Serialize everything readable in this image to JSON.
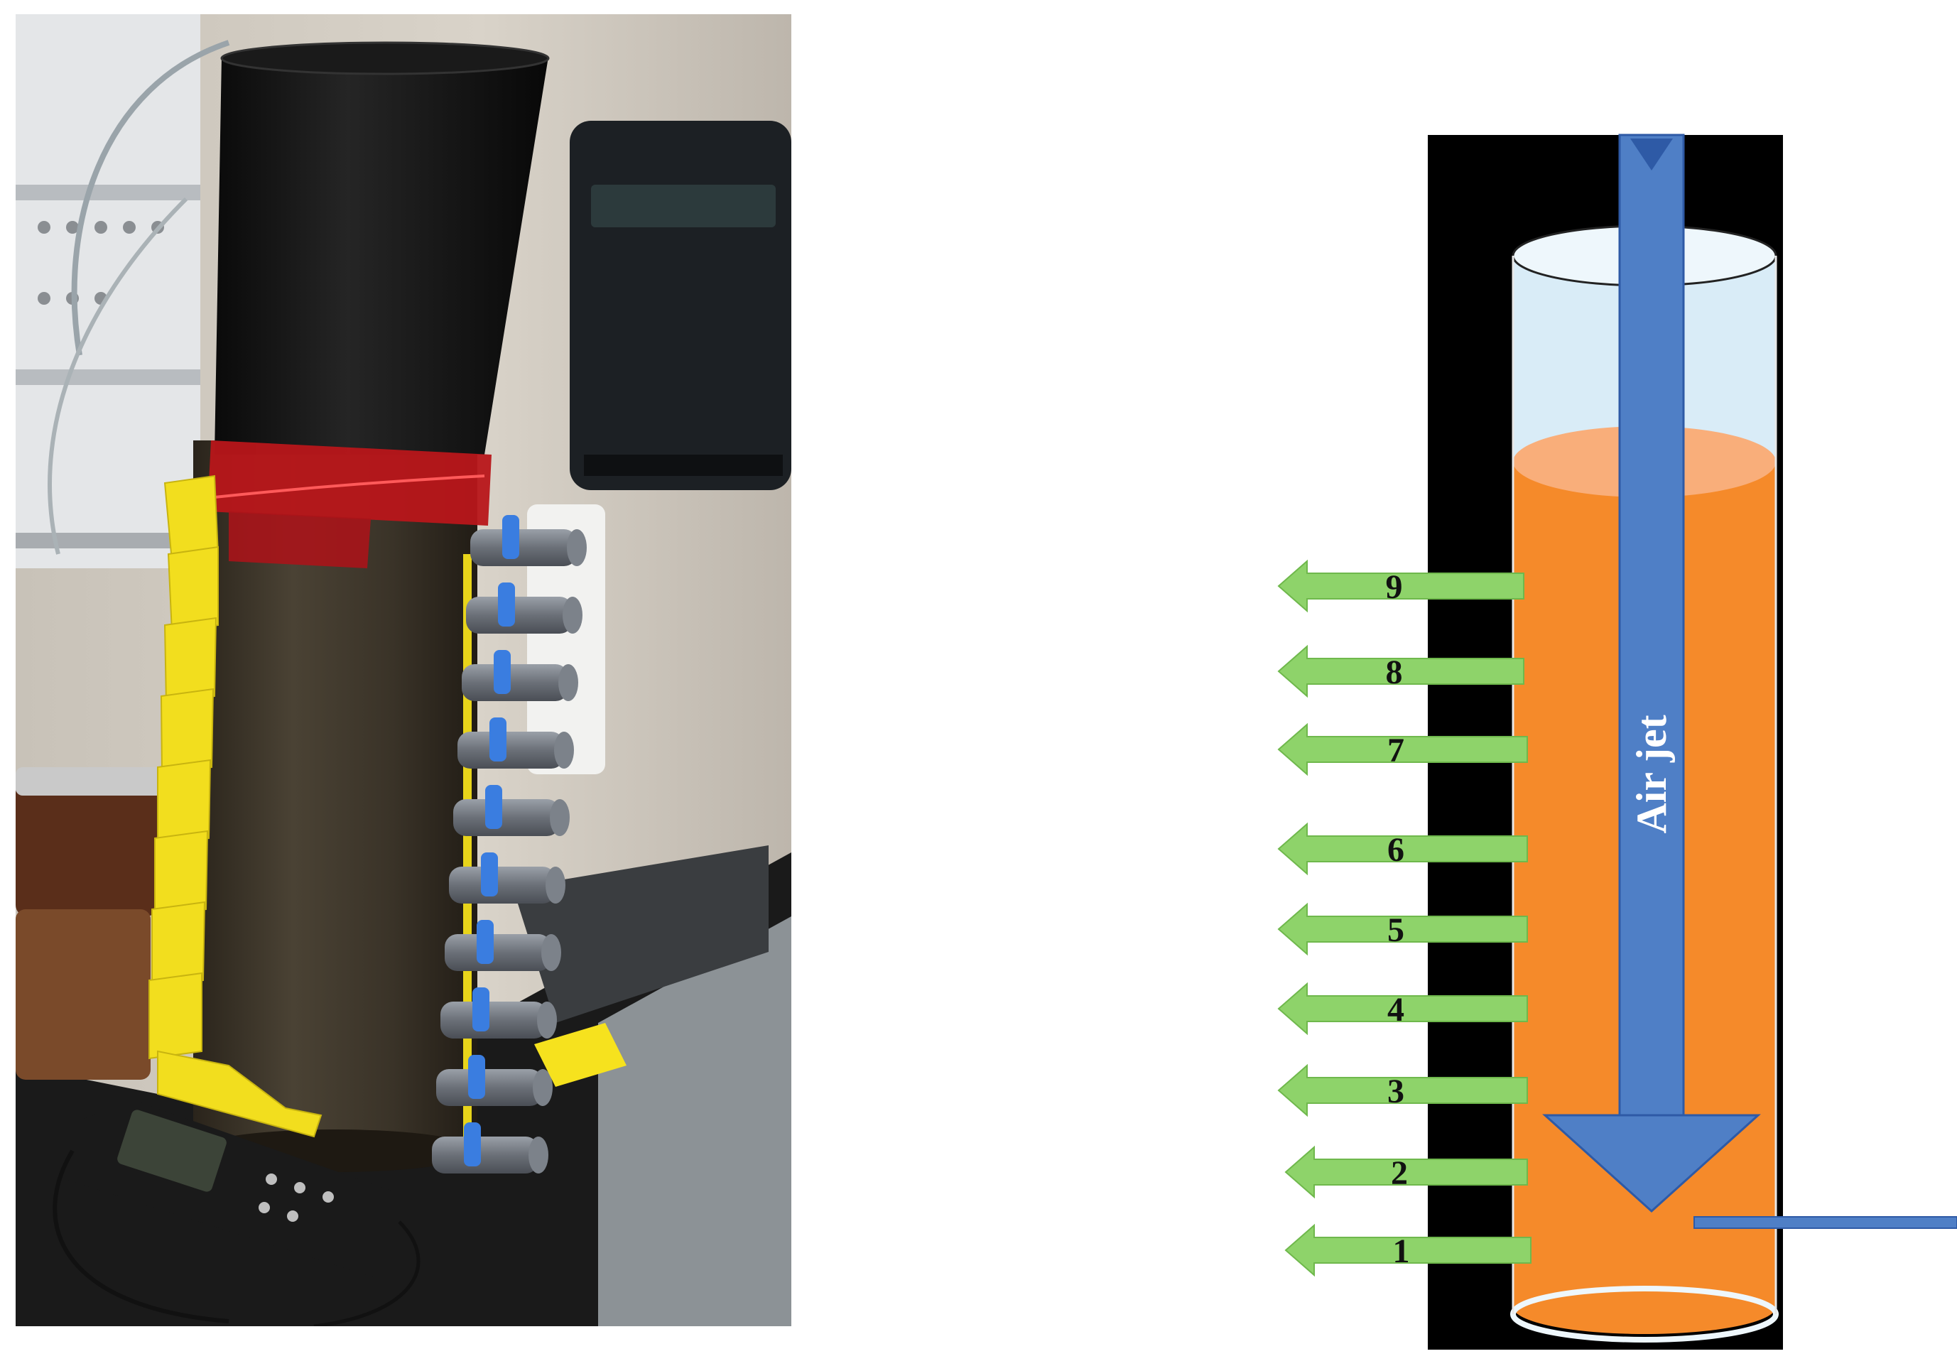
{
  "diagram": {
    "air_jet_label": "Air jet",
    "ports": [
      {
        "label": "1"
      },
      {
        "label": "2"
      },
      {
        "label": "3"
      },
      {
        "label": "4"
      },
      {
        "label": "5"
      },
      {
        "label": "6"
      },
      {
        "label": "7"
      },
      {
        "label": "8"
      },
      {
        "label": "9"
      }
    ]
  },
  "colors": {
    "background_black": "#000000",
    "liquid_orange": "#f58a2a",
    "liquid_top": "#f9ae7a",
    "headspace_blue": "#d9ecf7",
    "air_jet_blue": "#4f7fc6",
    "air_jet_dark": "#2e5aa6",
    "port_arrow_green": "#8ed36a",
    "outlet_line": "#4f7fc6"
  },
  "photo": {
    "valve_count": 10,
    "valve_color": "#3a7de0",
    "column_color": "#3a3328",
    "tape_yellow": "#f4e21a",
    "tape_red": "#c01a1a"
  }
}
